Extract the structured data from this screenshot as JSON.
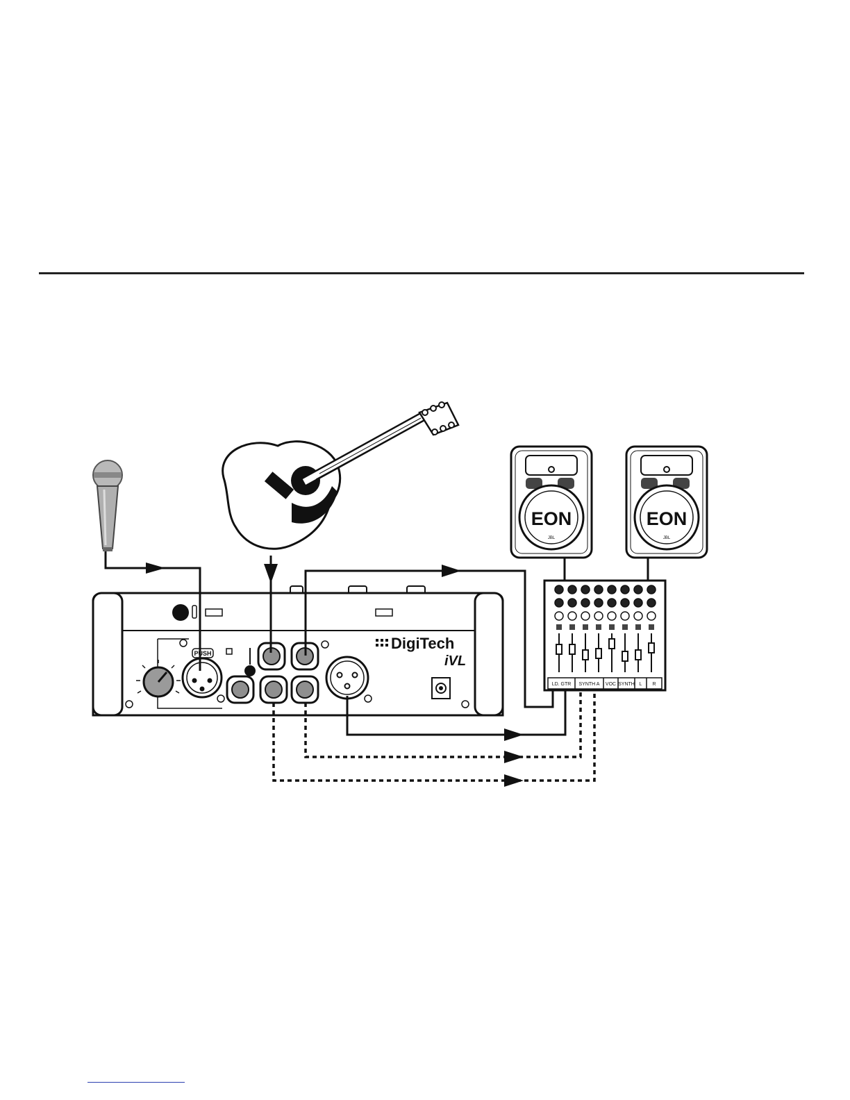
{
  "colors": {
    "line": "#111111",
    "link": "#2b3fb0",
    "mic_head": "#b9b9b9",
    "jack_fill": "#8f8f8f",
    "knob_fill": "#9a9a9a"
  },
  "device": {
    "brand": "DigiTech",
    "model": "iVL",
    "button_label": "PUSH"
  },
  "speakers": [
    {
      "logo": "EON",
      "badge": "JBL"
    },
    {
      "logo": "EON",
      "badge": "JBL"
    }
  ],
  "mixer": {
    "channel_labels": [
      "LD. GTR",
      "SYNTH A",
      "VOC",
      "SYNTH",
      "L",
      "R"
    ]
  }
}
